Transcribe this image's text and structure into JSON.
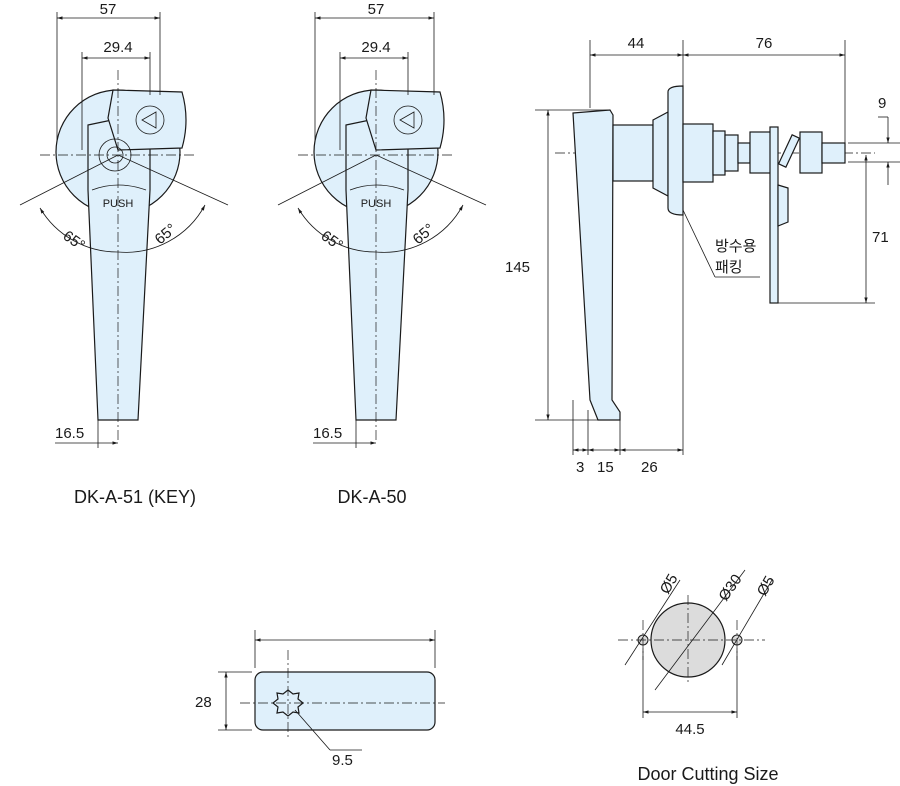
{
  "front_key": {
    "label": "DK-A-51 (KEY)",
    "dim_width": "57",
    "dim_inner": "29.4",
    "angle_left": "65°",
    "angle_right": "65°",
    "push": "PUSH",
    "dim_bottom": "16.5"
  },
  "front_nokey": {
    "label": "DK-A-50",
    "dim_width": "57",
    "dim_inner": "29.4",
    "angle_left": "65°",
    "angle_right": "65°",
    "push": "PUSH",
    "dim_bottom": "16.5"
  },
  "side": {
    "dim_44": "44",
    "dim_76": "76",
    "dim_9": "9",
    "dim_71": "71",
    "dim_145": "145",
    "dim_3": "3",
    "dim_15": "15",
    "dim_26": "26",
    "packing_line1": "방수용",
    "packing_line2": "패킹"
  },
  "section": {
    "dim_28": "28",
    "dim_9_5": "9.5"
  },
  "door_cutting": {
    "title": "Door Cutting Size",
    "hole_left": "Ø5",
    "hole_center": "Ø30",
    "hole_right": "Ø5",
    "spacing": "44.5"
  },
  "colors": {
    "fill": "#dff0fb",
    "line": "#1a1a1a"
  }
}
